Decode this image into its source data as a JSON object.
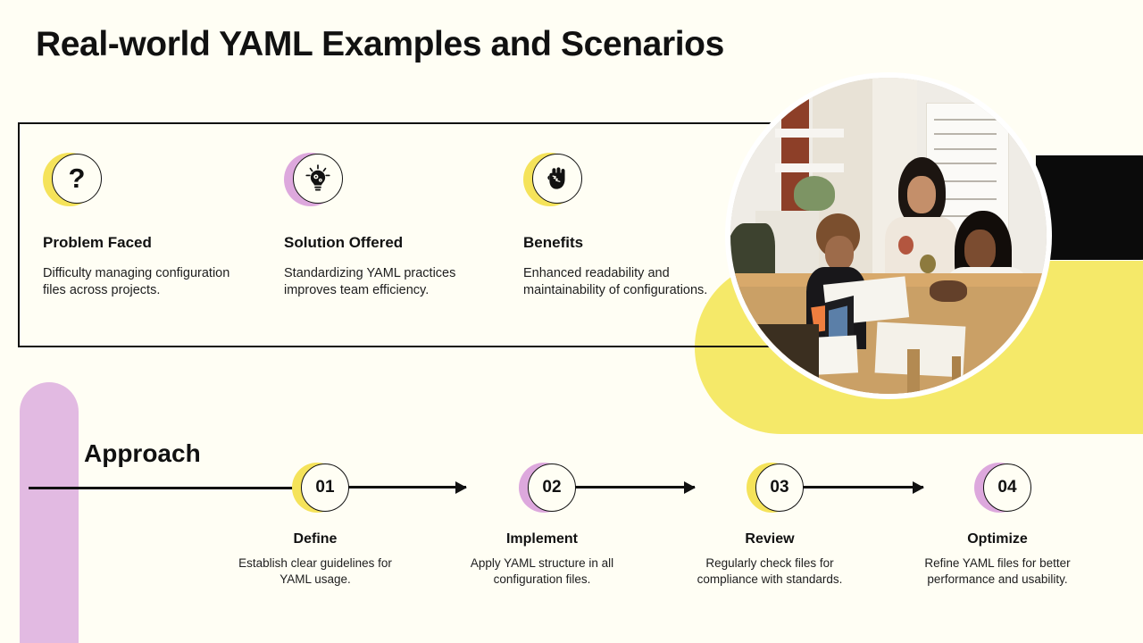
{
  "slide": {
    "title": "Real-world YAML Examples and Scenarios",
    "background_color": "#fffef4",
    "accent_yellow": "#f5e969",
    "accent_purple": "#e2bae2",
    "ink": "#111111"
  },
  "overview": {
    "columns": [
      {
        "icon": "question-mark-icon",
        "crescent_color": "#f5e35a",
        "icon_glyph": "?",
        "heading": "Problem Faced",
        "body": "Difficulty managing configuration files across projects."
      },
      {
        "icon": "lightbulb-gears-icon",
        "crescent_color": "#dda8dd",
        "icon_glyph": "",
        "heading": "Solution Offered",
        "body": "Standardizing YAML practices improves team efficiency."
      },
      {
        "icon": "raised-fist-icon",
        "crescent_color": "#f5e35a",
        "icon_glyph": "",
        "heading": "Benefits",
        "body": "Enhanced readability and maintainability of configurations."
      }
    ]
  },
  "photo": {
    "alt": "Three women collaborating around a wooden table with notebooks, papers and a laptop in a bright office"
  },
  "approach": {
    "title": "Approach",
    "steps": [
      {
        "number": "01",
        "crescent_color": "#f5e35a",
        "label": "Define",
        "desc": "Establish clear guidelines for YAML usage."
      },
      {
        "number": "02",
        "crescent_color": "#dda8dd",
        "label": "Implement",
        "desc": "Apply YAML structure in all configuration files."
      },
      {
        "number": "03",
        "crescent_color": "#f5e35a",
        "label": "Review",
        "desc": "Regularly check files for compliance with standards."
      },
      {
        "number": "04",
        "crescent_color": "#dda8dd",
        "label": "Optimize",
        "desc": "Refine YAML files for better performance and usability."
      }
    ]
  }
}
